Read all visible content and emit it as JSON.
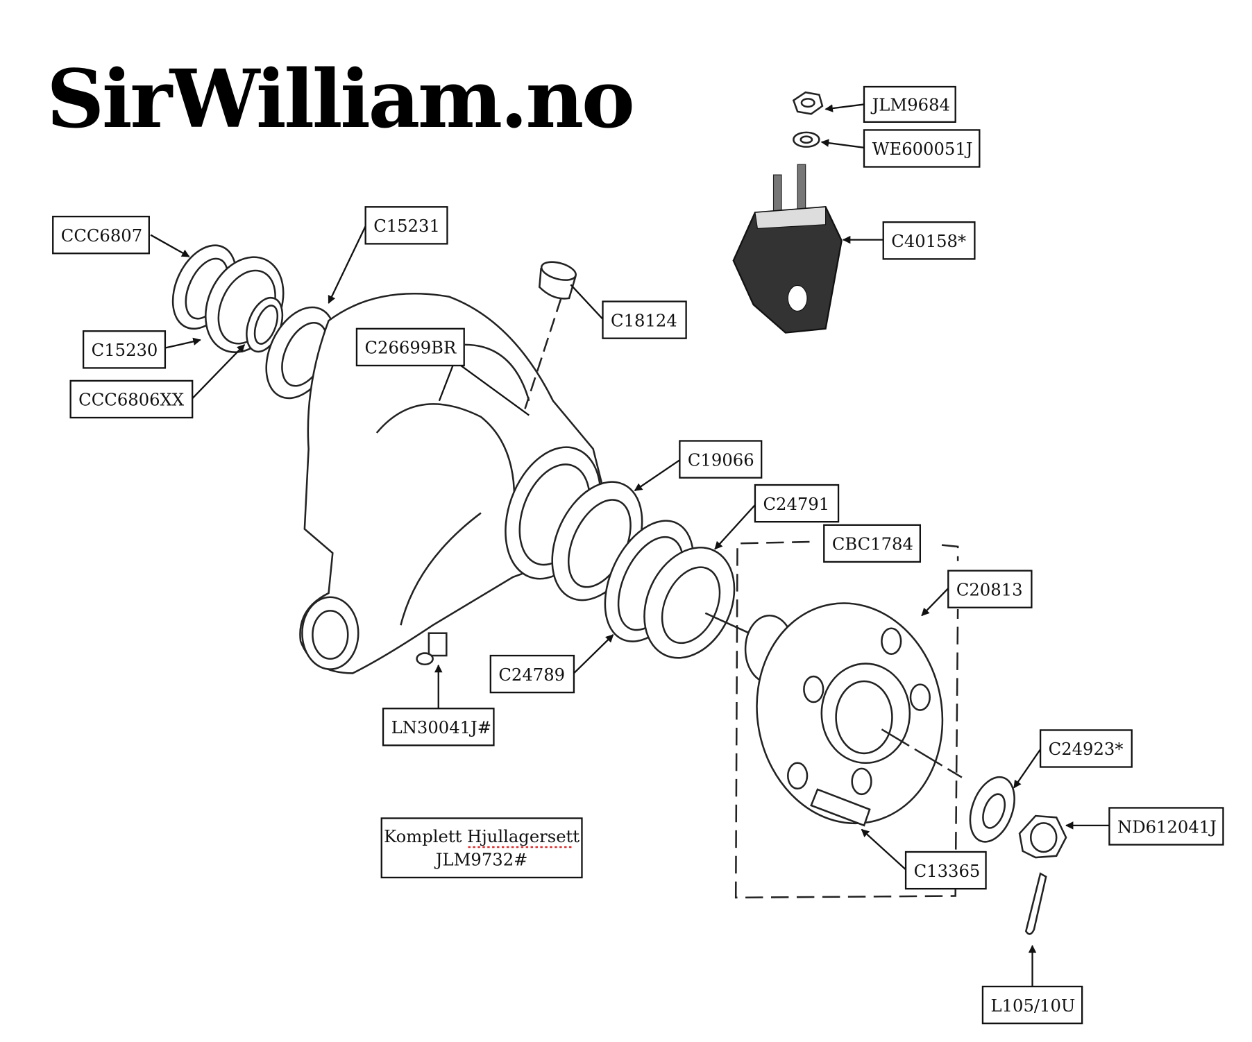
{
  "title": "SirWilliam.no",
  "parts": {
    "JLM9684": "JLM9684",
    "WE600051J": "WE600051J",
    "C40158": "C40158*",
    "CCC6807": "CCC6807",
    "C15231": "C15231",
    "C15230": "C15230",
    "CCC6806XX": "CCC6806XX",
    "C18124": "C18124",
    "C26699BR": "C26699BR",
    "C19066": "C19066",
    "C24791": "C24791",
    "CBC1784": "CBC1784",
    "C20813": "C20813",
    "C24789": "C24789",
    "LN30041J": "LN30041J#",
    "C24923": "C24923*",
    "ND612041J": "ND612041J",
    "C13365": "C13365",
    "L105_10U": "L105/10U"
  },
  "kit": {
    "line1": "Komplett Hjullagersett",
    "line2": "JLM9732#"
  }
}
